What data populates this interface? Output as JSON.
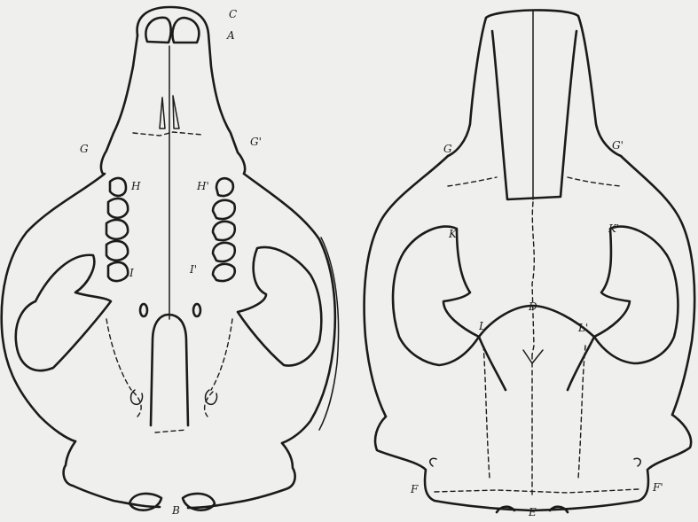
{
  "figure": {
    "ventral_view": {
      "labels": {
        "c": "C",
        "a": "A",
        "b": "B",
        "g": "G",
        "g_prime": "G'",
        "h": "H",
        "h_prime": "H'",
        "i": "I",
        "i_prime": "I'"
      }
    },
    "dorsal_view": {
      "labels": {
        "g": "G",
        "g_prime": "G'",
        "k": "K",
        "k_prime": "K'",
        "d": "D",
        "l": "L",
        "l_prime": "L'",
        "e": "E",
        "f": "F",
        "f_prime": "F'"
      }
    }
  }
}
